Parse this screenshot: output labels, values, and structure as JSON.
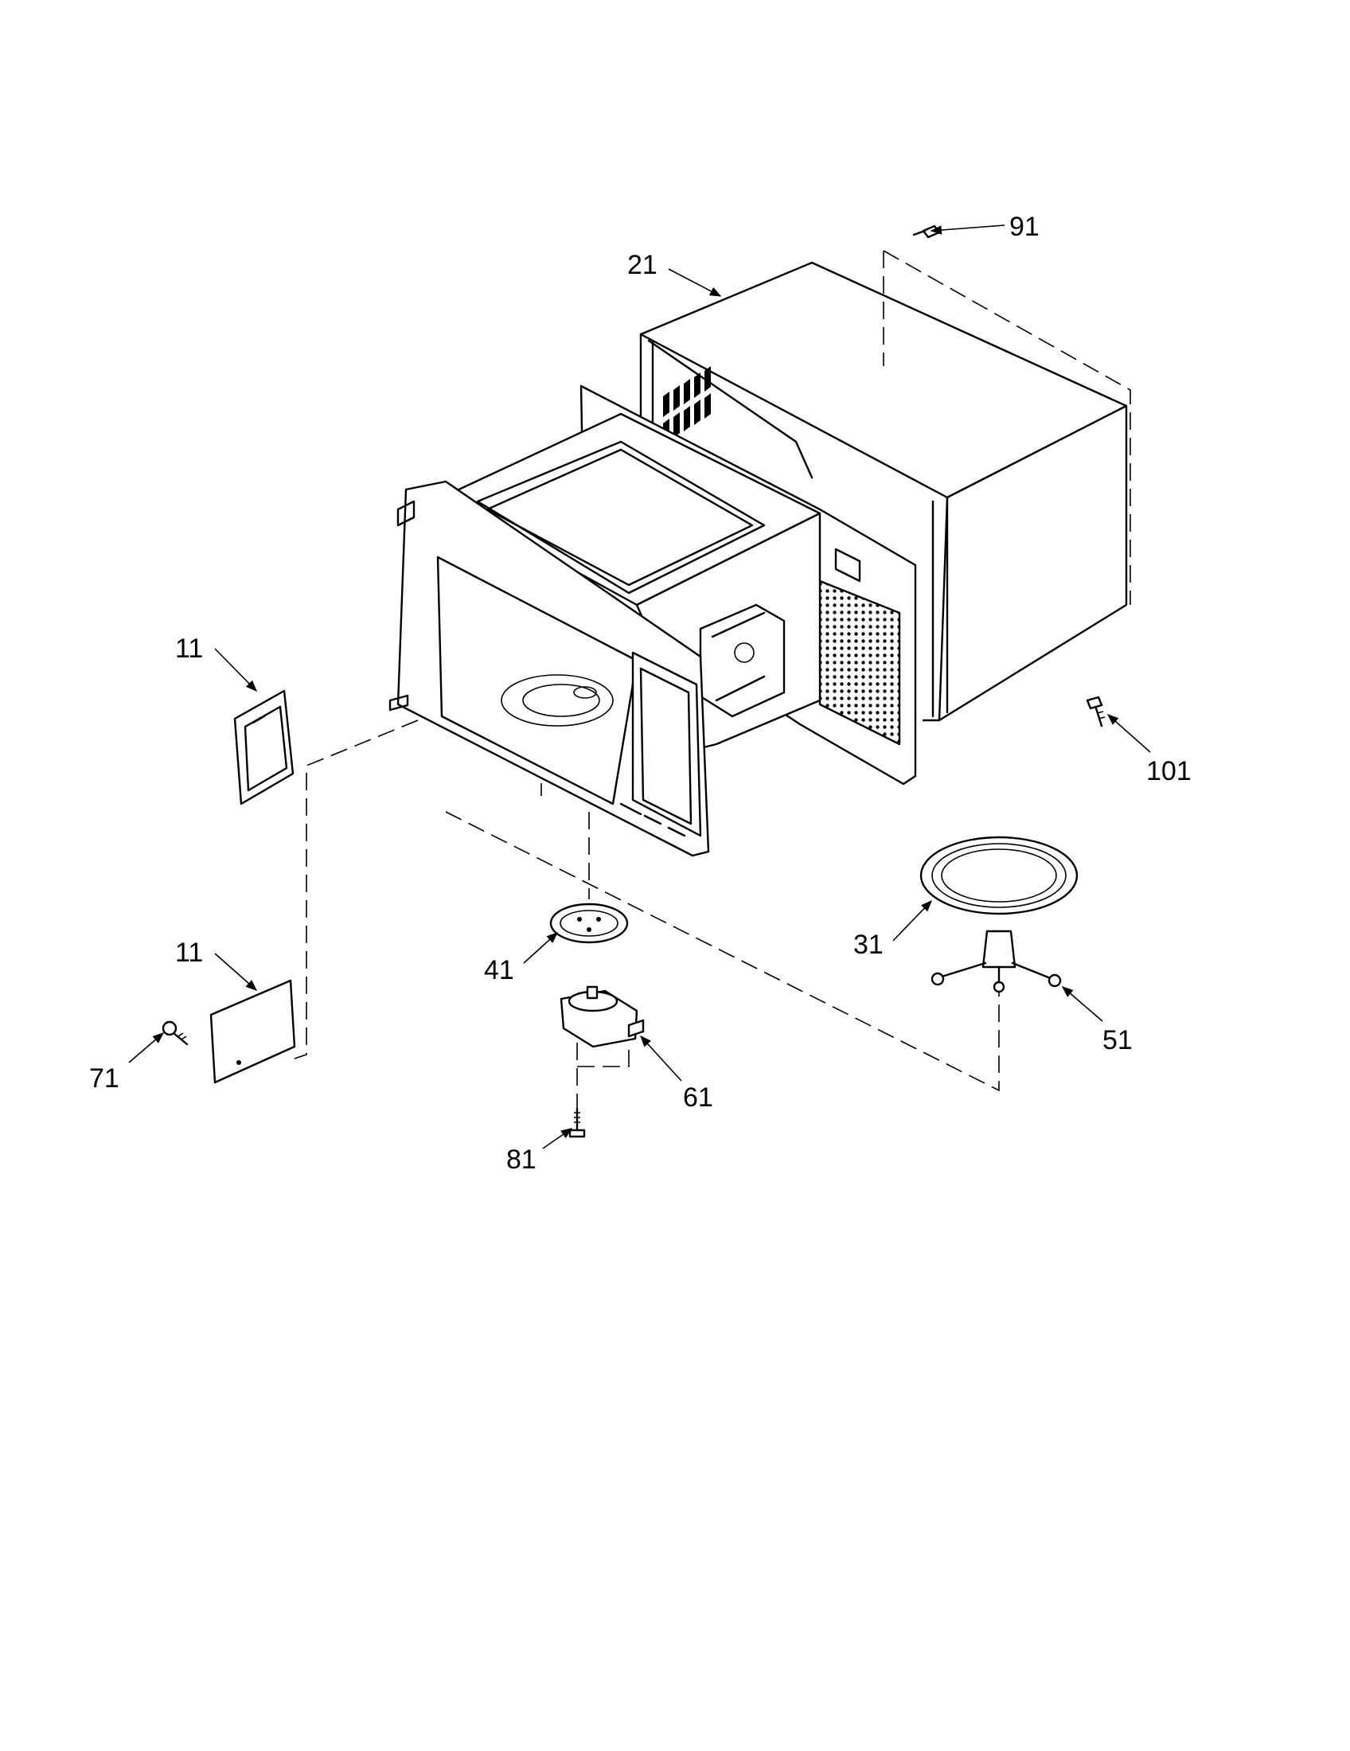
{
  "callouts": [
    {
      "id": "c11a",
      "label": "11"
    },
    {
      "id": "c11b",
      "label": "11"
    },
    {
      "id": "c21",
      "label": "21"
    },
    {
      "id": "c31",
      "label": "31"
    },
    {
      "id": "c41",
      "label": "41"
    },
    {
      "id": "c51",
      "label": "51"
    },
    {
      "id": "c61",
      "label": "61"
    },
    {
      "id": "c71",
      "label": "71"
    },
    {
      "id": "c81",
      "label": "81"
    },
    {
      "id": "c91",
      "label": "91"
    },
    {
      "id": "c101",
      "label": "101"
    }
  ]
}
